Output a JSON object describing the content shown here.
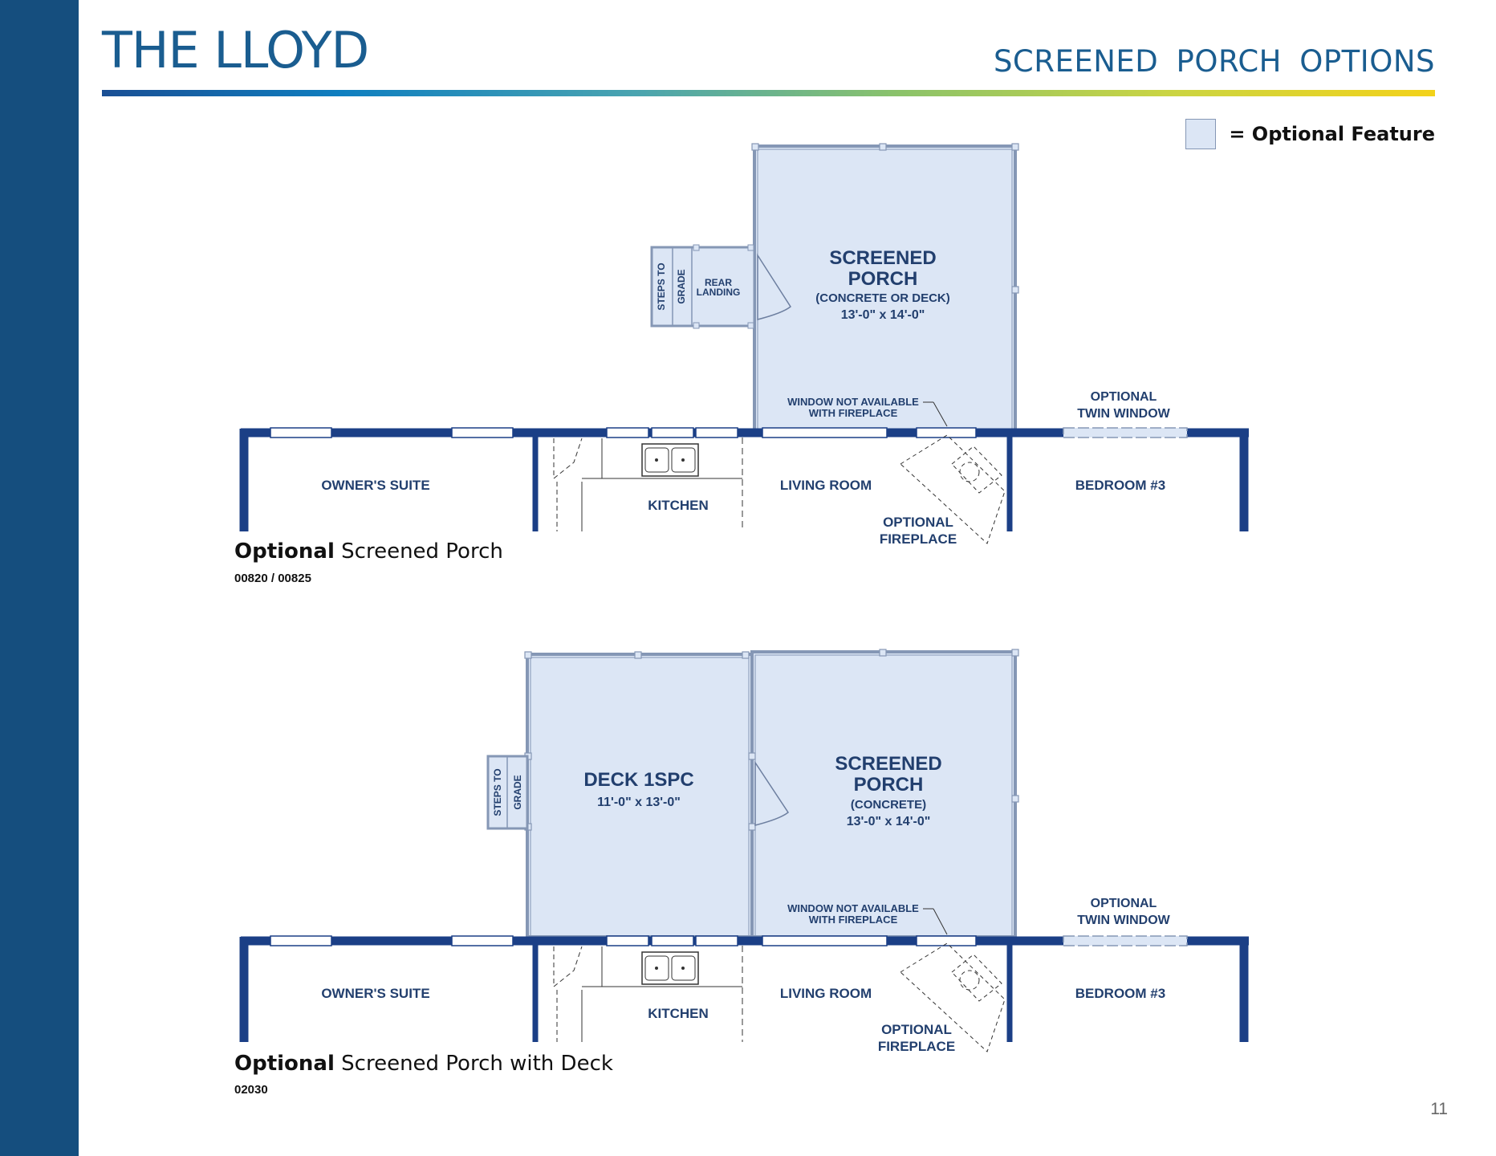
{
  "header": {
    "title": "THE LLOYD",
    "subtitle": "SCREENED  PORCH  OPTIONS"
  },
  "legend": {
    "label": "= Optional Feature"
  },
  "colors": {
    "sidebar": "#154e7e",
    "title": "#1a5d90",
    "wall": "#1b3f86",
    "optional_fill": "#dce6f5",
    "label": "#223f6e"
  },
  "plan1": {
    "porch_title_1": "SCREENED",
    "porch_title_2": "PORCH",
    "porch_sub": "(CONCRETE OR DECK)",
    "porch_dim": "13'-0\" x 14'-0\"",
    "steps_1": "STEPS TO",
    "steps_2": "GRADE",
    "landing_1": "REAR",
    "landing_2": "LANDING",
    "window_note_1": "WINDOW NOT AVAILABLE",
    "window_note_2": "WITH FIREPLACE",
    "twin_1": "OPTIONAL",
    "twin_2": "TWIN WINDOW",
    "owners_suite": "OWNER'S SUITE",
    "kitchen": "KITCHEN",
    "living_room": "LIVING ROOM",
    "bedroom": "BEDROOM #3",
    "fireplace_1": "OPTIONAL",
    "fireplace_2": "FIREPLACE",
    "caption_bold": "Optional",
    "caption_rest": " Screened Porch",
    "code": "00820 / 00825"
  },
  "plan2": {
    "deck_title": "DECK 1SPC",
    "deck_dim": "11'-0\" x 13'-0\"",
    "porch_title_1": "SCREENED",
    "porch_title_2": "PORCH",
    "porch_sub": "(CONCRETE)",
    "porch_dim": "13'-0\" x 14'-0\"",
    "steps_1": "STEPS TO",
    "steps_2": "GRADE",
    "window_note_1": "WINDOW NOT AVAILABLE",
    "window_note_2": "WITH FIREPLACE",
    "twin_1": "OPTIONAL",
    "twin_2": "TWIN WINDOW",
    "owners_suite": "OWNER'S SUITE",
    "kitchen": "KITCHEN",
    "living_room": "LIVING ROOM",
    "bedroom": "BEDROOM #3",
    "fireplace_1": "OPTIONAL",
    "fireplace_2": "FIREPLACE",
    "caption_bold": "Optional",
    "caption_rest": " Screened Porch with Deck",
    "code": "02030"
  },
  "page_number": "11"
}
